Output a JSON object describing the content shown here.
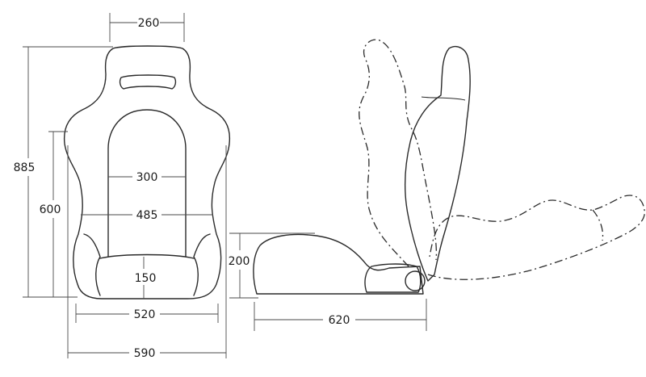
{
  "dimensions": {
    "width_top": "260",
    "height_total": "885",
    "height_back": "600",
    "back_width_inner": "300",
    "back_width_mid": "485",
    "cushion_depth": "150",
    "base_width": "520",
    "total_width": "590",
    "side_height": "200",
    "side_depth": "620"
  }
}
